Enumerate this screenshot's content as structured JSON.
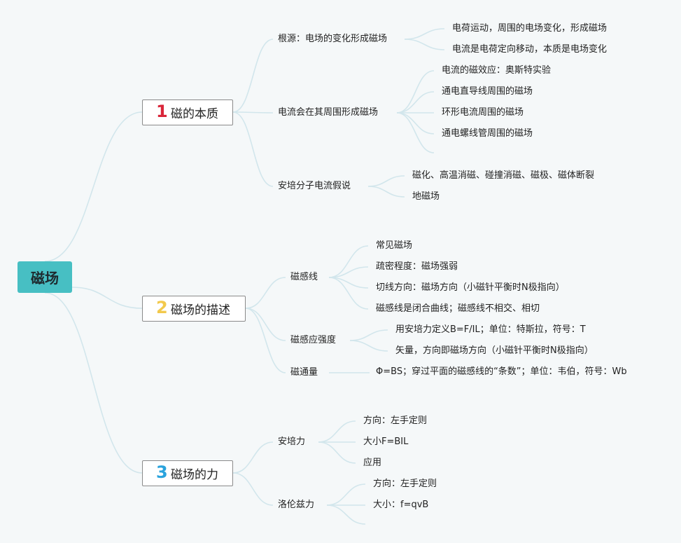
{
  "root": "磁场",
  "colors": {
    "root_bg": "#47bfc3",
    "line": "#d2e6ec",
    "num1": "#d9263a",
    "num2": "#f2c94c",
    "num3": "#2aa3dd"
  },
  "topics": [
    {
      "num": "1",
      "label": "磁的本质",
      "children": [
        {
          "label": "根源：电场的变化形成磁场",
          "children": [
            "电荷运动，周围的电场变化，形成磁场",
            "电流是电荷定向移动，本质是电场变化"
          ]
        },
        {
          "label": "电流会在其周围形成磁场",
          "children": [
            "电流的磁效应：奥斯特实验",
            "通电直导线周围的磁场",
            "环形电流周围的磁场",
            "通电螺线管周围的磁场"
          ]
        },
        {
          "label": "安培分子电流假说",
          "children": [
            "磁化、高温消磁、碰撞消磁、磁极、磁体断裂",
            "地磁场"
          ]
        }
      ]
    },
    {
      "num": "2",
      "label": "磁场的描述",
      "children": [
        {
          "label": "磁感线",
          "children": [
            "常见磁场",
            "疏密程度：磁场强弱",
            "切线方向：磁场方向（小磁针平衡时N极指向）",
            "磁感线是闭合曲线；磁感线不相交、相切"
          ]
        },
        {
          "label": "磁感应强度",
          "children": [
            "用安培力定义B=F/IL；单位：特斯拉，符号：T",
            "矢量，方向即磁场方向（小磁针平衡时N极指向）"
          ]
        },
        {
          "label": "磁通量",
          "children": [
            "Φ=BS；穿过平面的磁感线的“条数”；单位：韦伯，符号：Wb"
          ]
        }
      ]
    },
    {
      "num": "3",
      "label": "磁场的力",
      "children": [
        {
          "label": "安培力",
          "children": [
            "方向：左手定则",
            "大小F=BIL",
            "应用"
          ]
        },
        {
          "label": "洛伦兹力",
          "children": [
            "方向：左手定则",
            "大小：f=qvB"
          ]
        }
      ]
    }
  ]
}
